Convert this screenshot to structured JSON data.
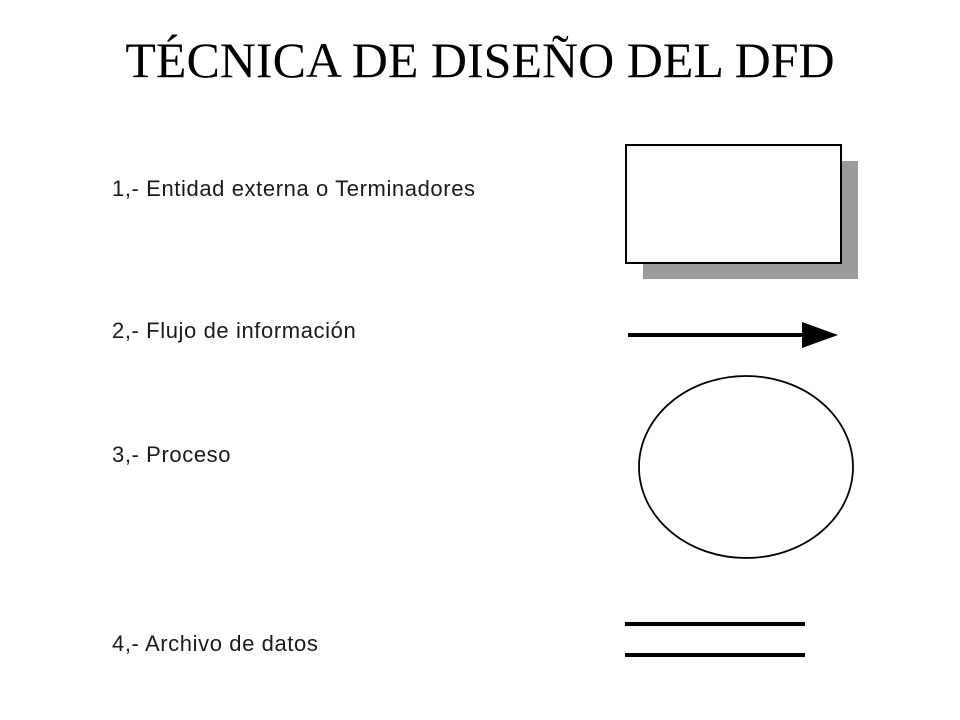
{
  "title": "TÉCNICA DE DISEÑO DEL DFD",
  "items": [
    {
      "label": "1,- Entidad externa o Terminadores",
      "symbol": "external-entity"
    },
    {
      "label": "2,- Flujo de información",
      "symbol": "data-flow-arrow"
    },
    {
      "label": "3,- Proceso",
      "symbol": "process-circle"
    },
    {
      "label": "4,- Archivo de datos",
      "symbol": "data-store"
    }
  ],
  "colors": {
    "background": "#ffffff",
    "text": "#000000",
    "shadow": "#9a9a9a"
  }
}
